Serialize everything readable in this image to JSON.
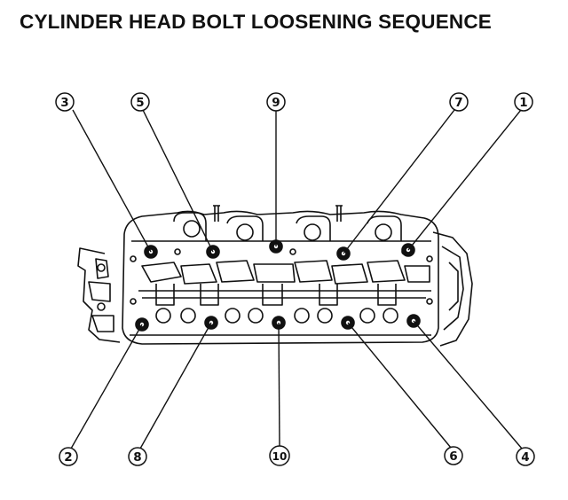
{
  "title": "CYLINDER HEAD BOLT LOOSENING SEQUENCE",
  "callouts": [
    {
      "id": "top-1",
      "label": "3"
    },
    {
      "id": "top-2",
      "label": "5"
    },
    {
      "id": "top-3",
      "label": "9"
    },
    {
      "id": "top-4",
      "label": "7"
    },
    {
      "id": "top-5",
      "label": "1"
    },
    {
      "id": "bot-1",
      "label": "2"
    },
    {
      "id": "bot-2",
      "label": "8"
    },
    {
      "id": "bot-3",
      "label": "10"
    },
    {
      "id": "bot-4",
      "label": "6"
    },
    {
      "id": "bot-5",
      "label": "4"
    }
  ]
}
